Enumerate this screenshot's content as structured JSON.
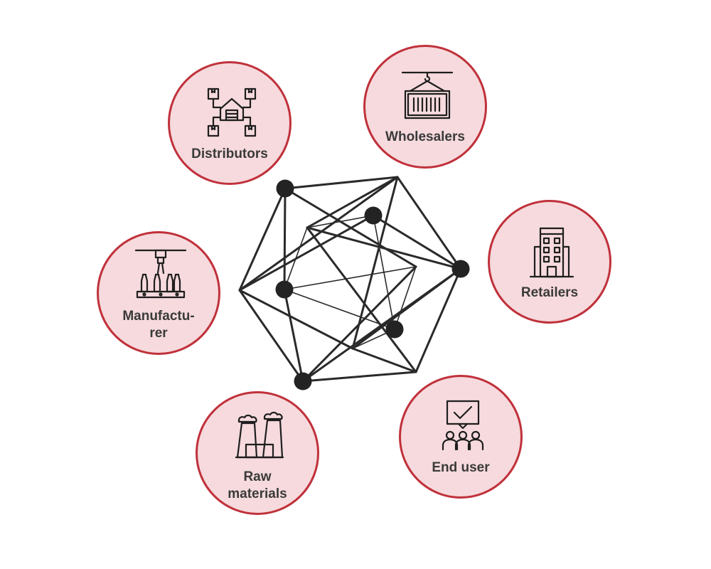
{
  "colors": {
    "circle_fill": "#f6dadd",
    "circle_border": "#c0313b",
    "network_line": "#2a2a2a",
    "network_node": "#232323",
    "label_text": "#3a3a3a"
  },
  "nodes": [
    {
      "id": "distributors",
      "label": "Distributors",
      "icon": "warehouse-network-icon"
    },
    {
      "id": "wholesalers",
      "label": "Wholesalers",
      "icon": "shipping-container-crane-icon"
    },
    {
      "id": "retailers",
      "label": "Retailers",
      "icon": "building-icon"
    },
    {
      "id": "manufacturer",
      "label": "Manufactu-\nrer",
      "icon": "bottling-machine-icon"
    },
    {
      "id": "raw_materials",
      "label": "Raw\nmaterials",
      "icon": "factory-icon"
    },
    {
      "id": "end_user",
      "label": "End user",
      "icon": "audience-checkmark-icon"
    }
  ]
}
